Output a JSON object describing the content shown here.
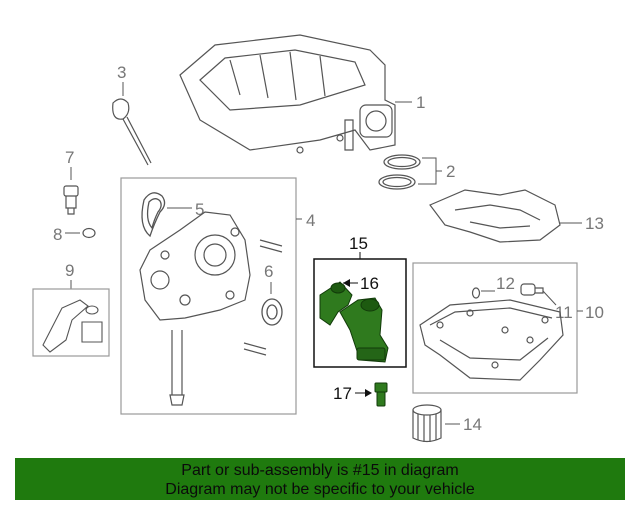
{
  "callouts": {
    "c1": "1",
    "c2": "2",
    "c3": "3",
    "c4": "4",
    "c5": "5",
    "c6": "6",
    "c7": "7",
    "c8": "8",
    "c9": "9",
    "c10": "10",
    "c11": "11",
    "c12": "12",
    "c13": "13",
    "c14": "14",
    "c15": "15",
    "c16": "16",
    "c17": "17"
  },
  "banner": {
    "line1": "Part or sub-assembly is #15 in diagram",
    "line2": "Diagram may not be specific to your vehicle"
  },
  "colors": {
    "highlight": "#2f7a1e",
    "banner": "#1f7a0e",
    "line": "#555555"
  }
}
